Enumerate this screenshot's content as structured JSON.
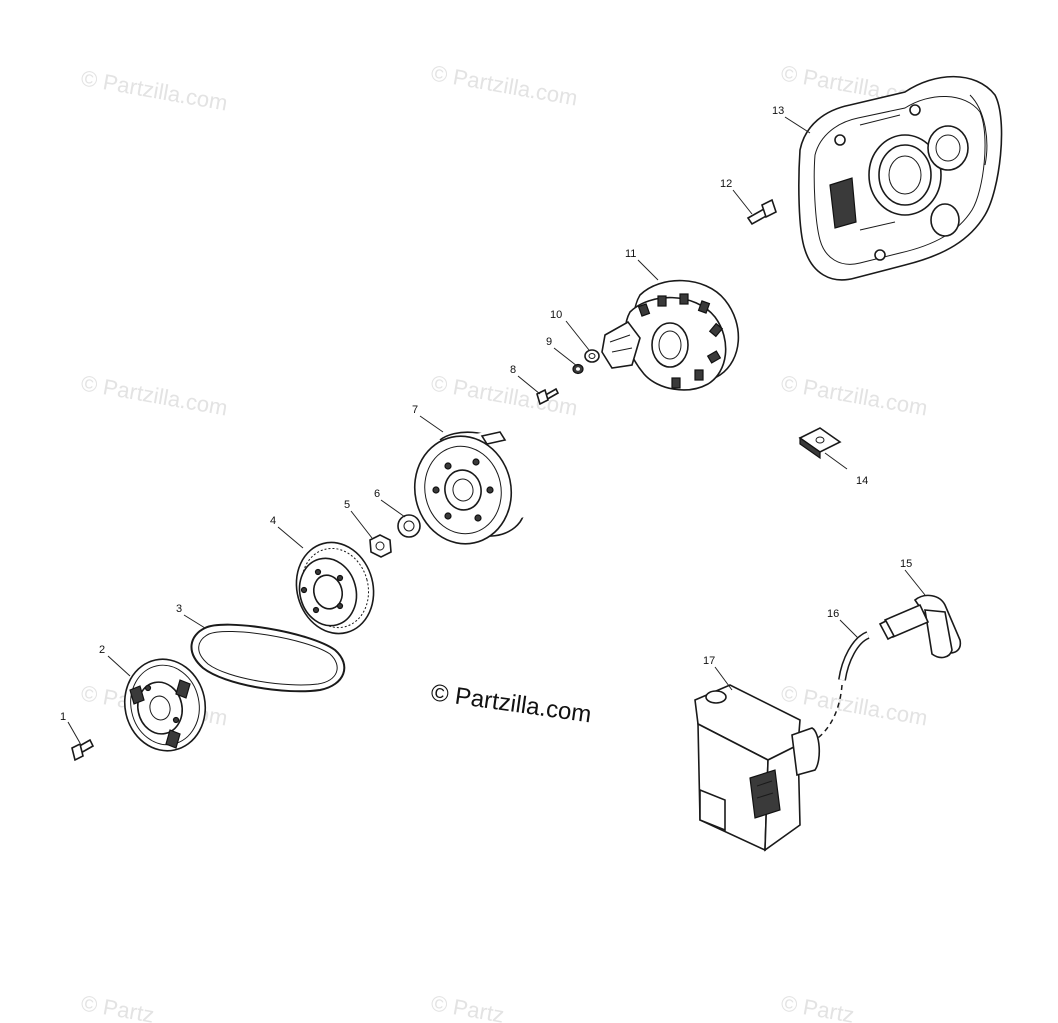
{
  "watermark": {
    "text": "© Partzilla.com",
    "text_cut": "© Partz",
    "main": "© Partzilla.com"
  },
  "parts": [
    {
      "id": "part-1",
      "callout": "1",
      "name": "bolt"
    },
    {
      "id": "part-2",
      "callout": "2",
      "name": "drive-pulley-half"
    },
    {
      "id": "part-3",
      "callout": "3",
      "name": "belt"
    },
    {
      "id": "part-4",
      "callout": "4",
      "name": "ring-gear-pulley"
    },
    {
      "id": "part-5",
      "callout": "5",
      "name": "nut"
    },
    {
      "id": "part-6",
      "callout": "6",
      "name": "washer"
    },
    {
      "id": "part-7",
      "callout": "7",
      "name": "flywheel"
    },
    {
      "id": "part-8",
      "callout": "8",
      "name": "screw"
    },
    {
      "id": "part-9",
      "callout": "9",
      "name": "lock-washer"
    },
    {
      "id": "part-10",
      "callout": "10",
      "name": "flat-washer"
    },
    {
      "id": "part-11",
      "callout": "11",
      "name": "stator"
    },
    {
      "id": "part-12",
      "callout": "12",
      "name": "bolt"
    },
    {
      "id": "part-13",
      "callout": "13",
      "name": "magneto-housing"
    },
    {
      "id": "part-14",
      "callout": "14",
      "name": "clip"
    },
    {
      "id": "part-15",
      "callout": "15",
      "name": "spark-plug-cap"
    },
    {
      "id": "part-16",
      "callout": "16",
      "name": "ignition-wire"
    },
    {
      "id": "part-17",
      "callout": "17",
      "name": "ignition-coil"
    }
  ]
}
